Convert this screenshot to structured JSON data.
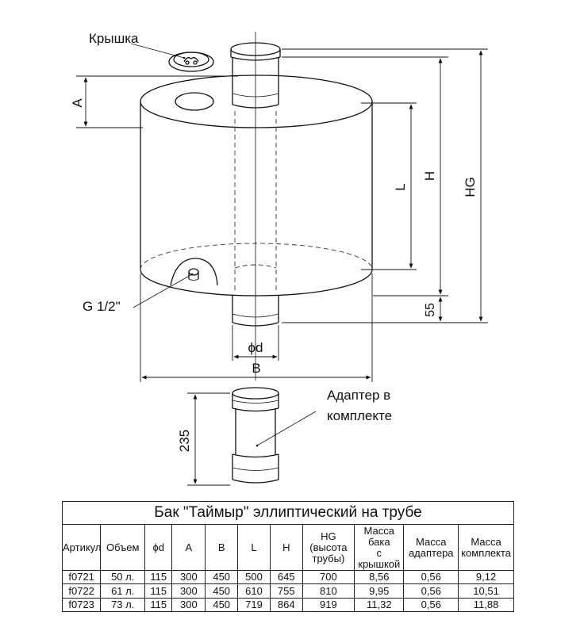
{
  "labels": {
    "lid": "Крышка",
    "fitting": "G 1/2\"",
    "adapter_line1": "Адаптер в",
    "adapter_line2": "комплекте",
    "dim_A": "A",
    "dim_H": "H",
    "dim_HG": "HG",
    "dim_L": "L",
    "dim_55": "55",
    "dim_d": "ϕd",
    "dim_B": "B",
    "dim_235": "235"
  },
  "table": {
    "title": "Бак \"Таймыр\" эллиптический на трубе",
    "headers": [
      [
        "Артикул"
      ],
      [
        "Объем"
      ],
      [
        "ϕd"
      ],
      [
        "A"
      ],
      [
        "B"
      ],
      [
        "L"
      ],
      [
        "H"
      ],
      [
        "HG",
        "(высота",
        "трубы)"
      ],
      [
        "Масса",
        "бака",
        "с крышкой"
      ],
      [
        "Масса",
        "адаптера"
      ],
      [
        "Масса",
        "комплекта"
      ]
    ],
    "rows": [
      [
        "f0721",
        "50 л.",
        "115",
        "300",
        "450",
        "500",
        "645",
        "700",
        "8,56",
        "0,56",
        "9,12"
      ],
      [
        "f0722",
        "61 л.",
        "115",
        "300",
        "450",
        "610",
        "755",
        "810",
        "9,95",
        "0,56",
        "10,51"
      ],
      [
        "f0723",
        "73 л.",
        "115",
        "300",
        "450",
        "719",
        "864",
        "919",
        "11,32",
        "0,56",
        "11,88"
      ]
    ]
  }
}
